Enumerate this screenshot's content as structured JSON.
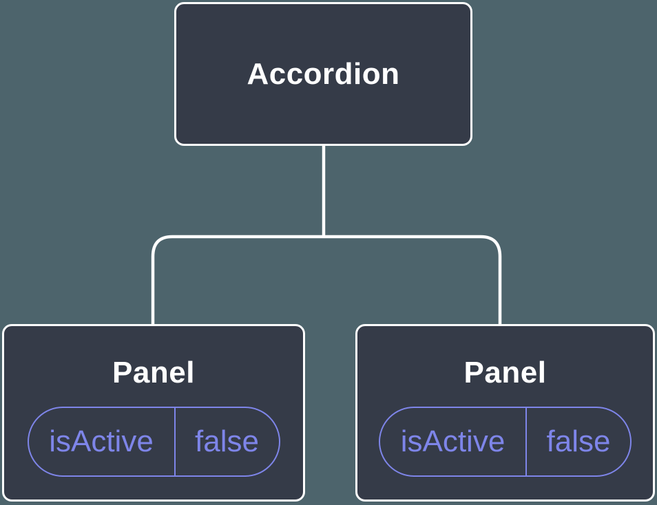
{
  "diagram": {
    "root": {
      "label": "Accordion"
    },
    "panels": [
      {
        "label": "Panel",
        "state": {
          "name": "isActive",
          "value": "false"
        }
      },
      {
        "label": "Panel",
        "state": {
          "name": "isActive",
          "value": "false"
        }
      }
    ]
  },
  "colors": {
    "background": "#4d646c",
    "node_fill": "#353b48",
    "node_border": "#ffffff",
    "node_text": "#ffffff",
    "connector": "#ffffff",
    "state_accent": "#7e85e9"
  }
}
